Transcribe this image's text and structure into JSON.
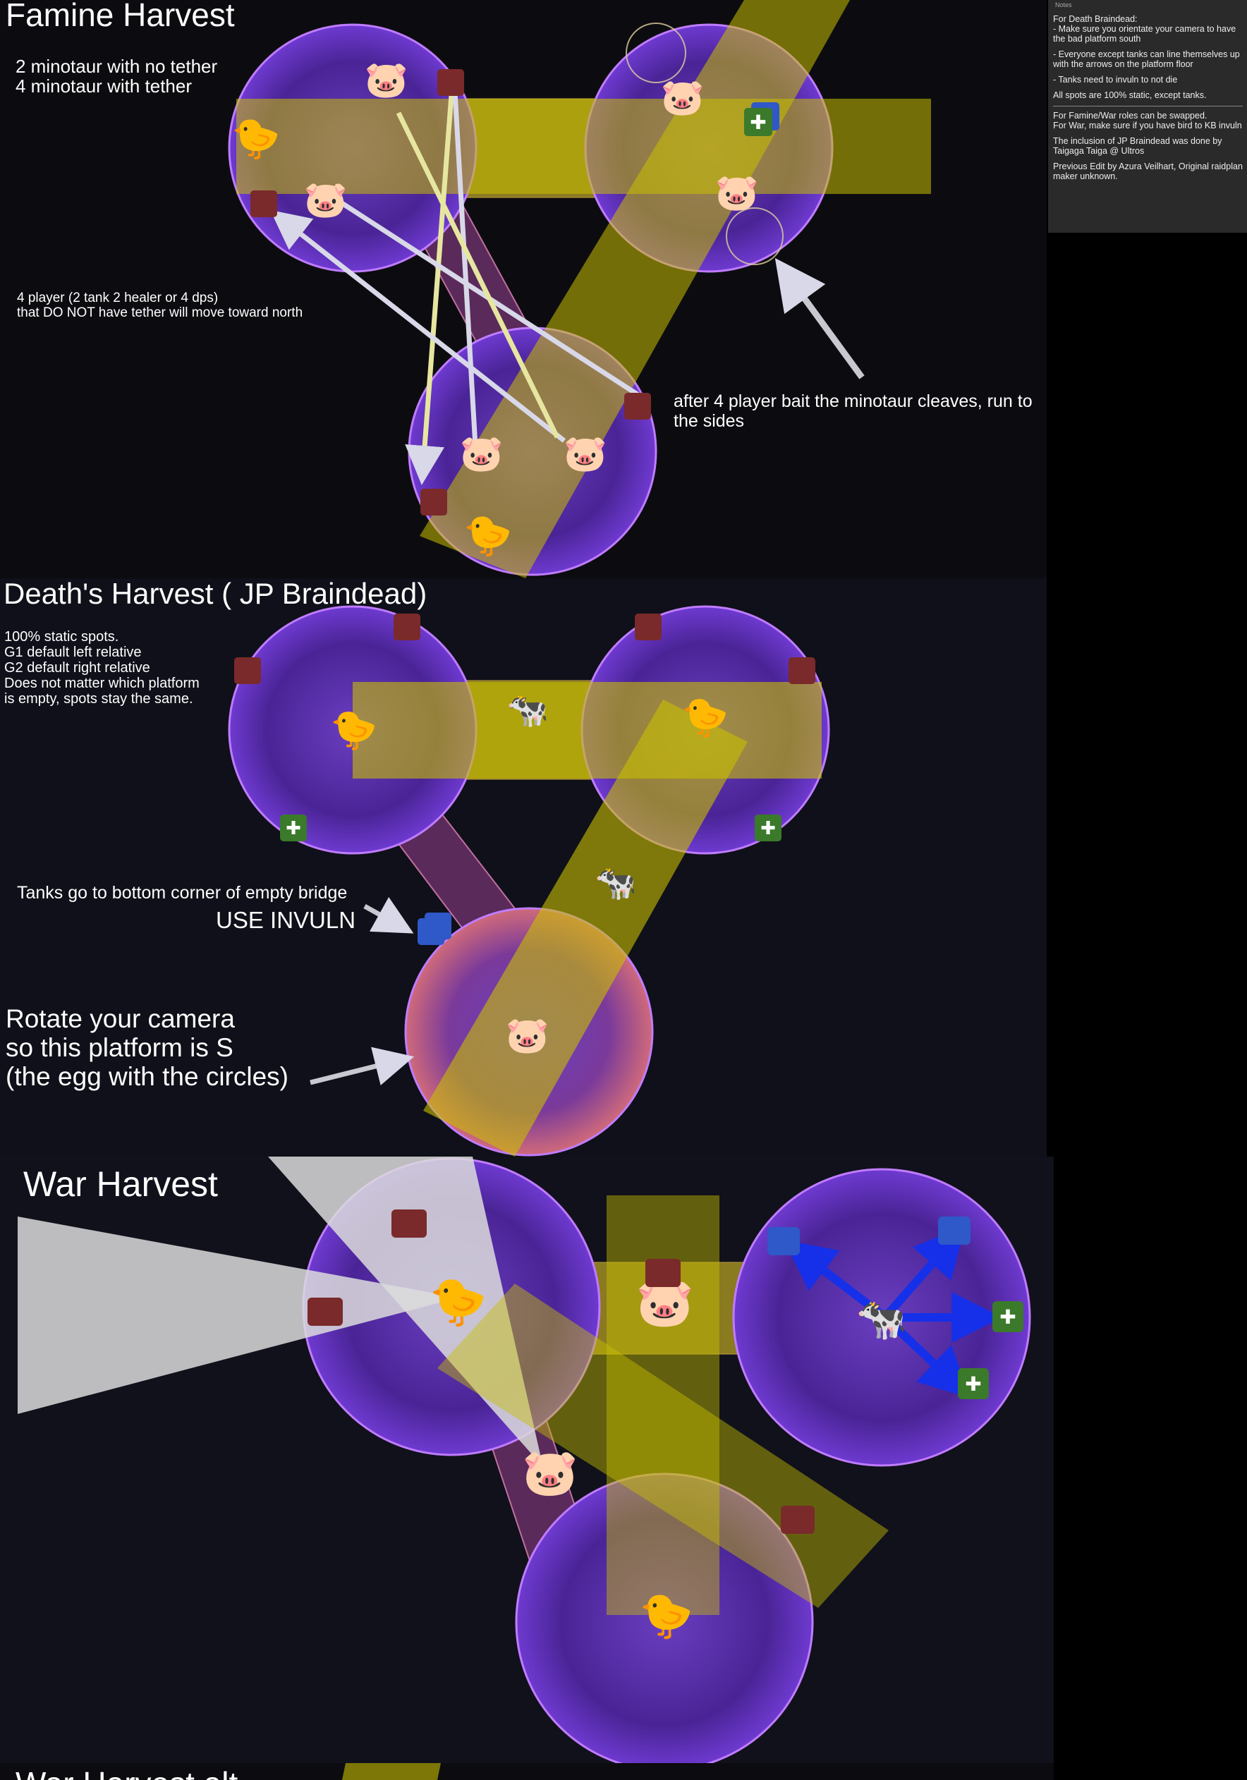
{
  "famine": {
    "title": "Famine Harvest",
    "minotaur_note": "2 minotaur with no tether\n4 minotaur with tether",
    "north_note": "4 player (2 tank 2 healer or 4 dps)\nthat DO NOT have tether will move toward north",
    "sides_note": "after 4 player bait the minotaur cleaves, run to\nthe sides"
  },
  "death": {
    "title": "Death's Harvest ( JP Braindead)",
    "static_note": "100% static spots.\nG1 default left relative\nG2 default right relative\nDoes not matter which platform\nis empty, spots stay the same.",
    "tanks_note": "Tanks go to bottom corner of empty bridge",
    "invuln_note": "USE INVULN",
    "camera_note": "Rotate your camera\nso this platform is S\n(the egg with the circles)"
  },
  "war": {
    "title": "War Harvest"
  },
  "bottom": {
    "cut_title": "War Harvest alt"
  },
  "notes": {
    "tab": "Notes",
    "paragraphs": [
      "For Death Braindead:\n- Make sure you orientate your camera to have the bad platform south",
      "- Everyone except tanks can line themselves up with the arrows on the platform floor",
      "- Tanks need to invuln to not die",
      "All spots are 100% static, except tanks."
    ],
    "paragraphs2": [
      "For Famine/War roles can be swapped.\nFor War, make sure if you have bird to KB invuln",
      "The inclusion of JP Braindead was done by Taigaga Taiga @ Ultros",
      "Previous Edit by Azura Veilhart, Original raidplan maker unknown."
    ]
  },
  "icons": {
    "pig": "pig-icon",
    "chick": "chick-icon",
    "cow": "cow-icon",
    "tank": "tank-role-icon",
    "healer": "healer-role-icon",
    "melee": "melee-dps-icon",
    "ranged": "ranged-dps-icon"
  },
  "colors": {
    "platform": "#5a2ea8",
    "platform_rim": "#c07cff",
    "aoe_yellow": "#c8c000",
    "bridge_pink": "#c07080",
    "tank_blue": "#2f58c8",
    "healer_green": "#3a7a2a",
    "dps_red": "#7a2a2a"
  }
}
